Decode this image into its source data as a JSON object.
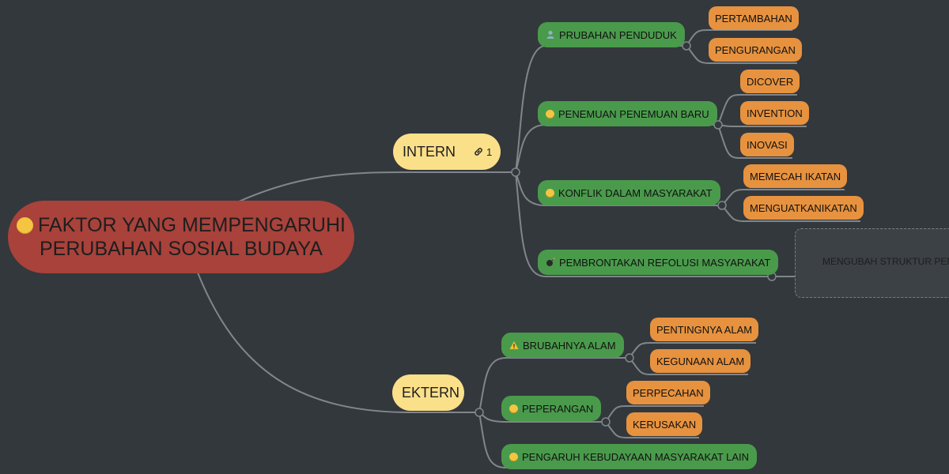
{
  "root": {
    "line1": "FAKTOR YANG MEMPENGARUHI",
    "line2": "PERUBAHAN SOSIAL BUDAYA",
    "icon": "smile-icon"
  },
  "intern": {
    "label": "INTERN",
    "link_count": "1",
    "children": [
      {
        "label": "PRUBAHAN PENDUDUK",
        "icon": "person-icon",
        "children": [
          "PERTAMBAHAN",
          "PENGURANGAN"
        ]
      },
      {
        "label": "PENEMUAN PENEMUAN BARU",
        "icon": "smile-icon",
        "children": [
          "DICOVER",
          "INVENTION",
          "INOVASI"
        ]
      },
      {
        "label": "KONFLIK DALAM MASYARAKAT",
        "icon": "smile-icon",
        "children": [
          "MEMECAH IKATAN",
          "MENGUATKANIKATAN"
        ]
      },
      {
        "label": "PEMBRONTAKAN REFOLUSI MASYARAKAT",
        "icon": "bomb-icon",
        "children": [
          "MENGUBAH STRUKTUR PEM"
        ]
      }
    ]
  },
  "ektern": {
    "label": "EKTERN",
    "children": [
      {
        "label": "BRUBAHNYA ALAM",
        "icon": "warning-icon",
        "children": [
          "PENTINGNYA ALAM",
          "KEGUNAAN ALAM"
        ]
      },
      {
        "label": "PEPERANGAN",
        "icon": "smile-icon",
        "children": [
          "PERPECAHAN",
          "KERUSAKAN"
        ]
      },
      {
        "label": "PENGARUH KEBUDAYAAN MASYARAKAT LAIN",
        "icon": "smile-icon",
        "children": []
      }
    ]
  },
  "colors": {
    "background": "#33383c",
    "root": "#a8423b",
    "level1": "#fbe08a",
    "level2": "#4a9a4c",
    "level3": "#e7923f",
    "connector": "#80868b"
  }
}
